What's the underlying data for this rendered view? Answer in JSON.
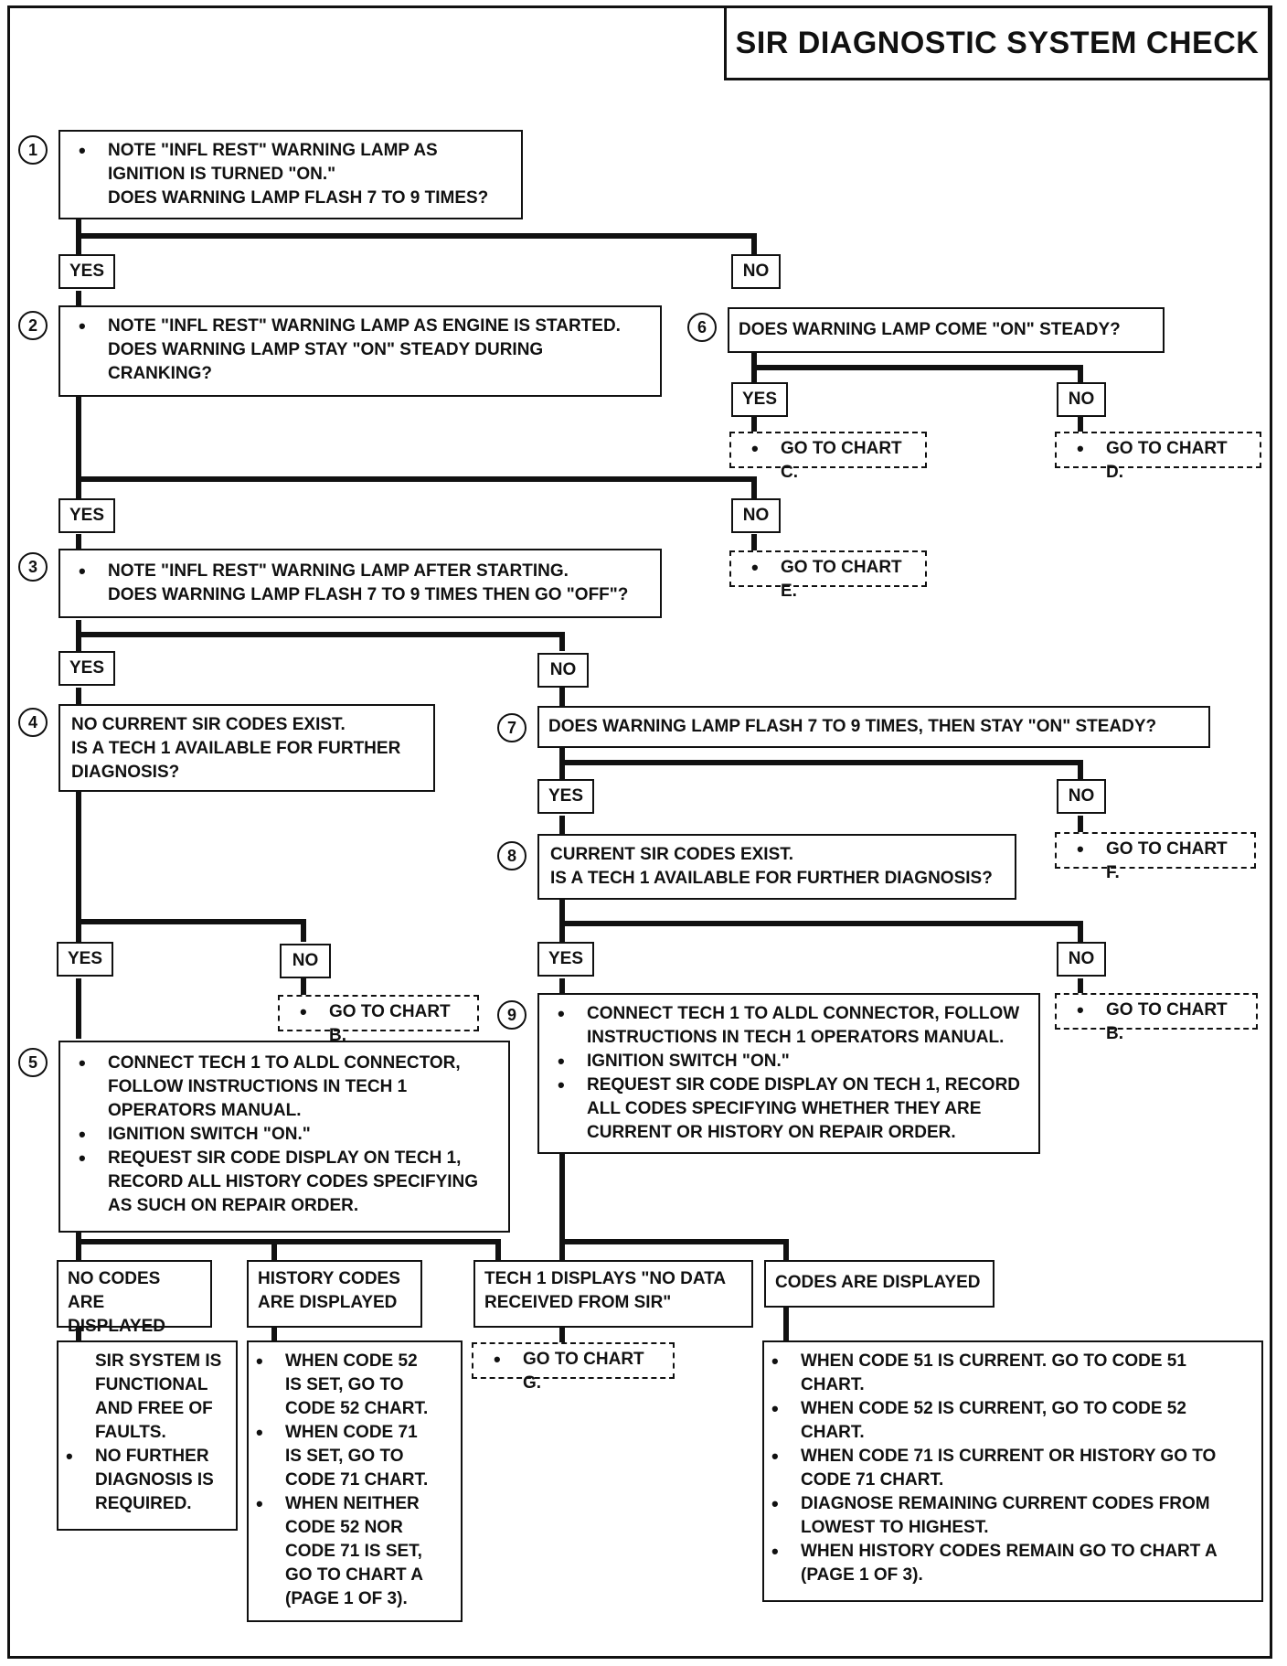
{
  "title": "SIR DIAGNOSTIC SYSTEM CHECK",
  "labels": {
    "yes": "YES",
    "no": "NO"
  },
  "steps": {
    "s1": [
      "NOTE \"INFL REST\" WARNING LAMP AS",
      "IGNITION IS TURNED \"ON.\"",
      "DOES WARNING LAMP FLASH 7 TO 9 TIMES?"
    ],
    "s2": [
      "NOTE \"INFL REST\" WARNING LAMP AS ENGINE IS STARTED.",
      "DOES WARNING LAMP STAY \"ON\" STEADY DURING",
      "CRANKING?"
    ],
    "s3": [
      "NOTE \"INFL REST\" WARNING LAMP AFTER STARTING.",
      "DOES WARNING LAMP FLASH 7 TO 9 TIMES THEN GO \"OFF\"?"
    ],
    "s4": [
      "NO CURRENT SIR CODES EXIST.",
      "IS A TECH 1 AVAILABLE FOR FURTHER",
      "DIAGNOSIS?"
    ],
    "s5": [
      "CONNECT TECH 1 TO ALDL CONNECTOR,",
      "FOLLOW INSTRUCTIONS IN TECH 1",
      "OPERATORS MANUAL.",
      "IGNITION SWITCH \"ON.\"",
      "REQUEST SIR CODE DISPLAY ON TECH 1,",
      "RECORD ALL HISTORY CODES SPECIFYING",
      "AS SUCH ON REPAIR ORDER."
    ],
    "s6": "DOES WARNING LAMP COME \"ON\" STEADY?",
    "s7": "DOES WARNING LAMP FLASH 7 TO 9 TIMES, THEN STAY \"ON\" STEADY?",
    "s8": [
      "CURRENT SIR CODES EXIST.",
      "IS A TECH 1 AVAILABLE FOR FURTHER DIAGNOSIS?"
    ],
    "s9": [
      "CONNECT TECH 1 TO ALDL CONNECTOR, FOLLOW",
      "INSTRUCTIONS IN TECH 1 OPERATORS MANUAL.",
      "IGNITION SWITCH \"ON.\"",
      "REQUEST SIR CODE DISPLAY ON TECH 1, RECORD",
      "ALL CODES SPECIFYING WHETHER THEY ARE",
      "CURRENT OR HISTORY ON REPAIR ORDER."
    ]
  },
  "step_numbers": [
    "1",
    "2",
    "3",
    "4",
    "5",
    "6",
    "7",
    "8",
    "9"
  ],
  "gotos": {
    "c": "GO TO CHART C.",
    "d": "GO TO CHART D.",
    "e": "GO TO CHART E.",
    "f": "GO TO CHART F.",
    "b1": "GO TO CHART B.",
    "b2": "GO TO CHART B.",
    "g": "GO TO CHART G."
  },
  "outcomes": {
    "no_codes": [
      "NO CODES ARE",
      "DISPLAYED"
    ],
    "history_codes": [
      "HISTORY CODES",
      "ARE DISPLAYED"
    ],
    "no_data": [
      "TECH 1 DISPLAYS \"NO DATA",
      "RECEIVED FROM SIR\""
    ],
    "codes_displayed": "CODES ARE DISPLAYED"
  },
  "results": {
    "functional": [
      "SIR SYSTEM IS",
      "FUNCTIONAL",
      "AND FREE OF",
      "FAULTS.",
      "NO FURTHER",
      "DIAGNOSIS IS",
      "REQUIRED."
    ],
    "history": [
      "WHEN CODE 52",
      "IS SET, GO TO",
      "CODE 52 CHART.",
      "WHEN CODE 71",
      "IS SET, GO TO",
      "CODE 71 CHART.",
      "WHEN NEITHER",
      "CODE 52 NOR",
      "CODE 71 IS SET,",
      "GO TO CHART A",
      "(PAGE 1 OF 3)."
    ],
    "codes": [
      "WHEN CODE 51 IS CURRENT. GO TO CODE 51",
      "CHART.",
      "WHEN CODE 52 IS CURRENT, GO TO CODE 52",
      "CHART.",
      "WHEN CODE 71 IS CURRENT OR HISTORY GO TO",
      "CODE 71 CHART.",
      "DIAGNOSE REMAINING CURRENT CODES FROM",
      "LOWEST TO HIGHEST.",
      "WHEN HISTORY CODES REMAIN GO TO CHART A",
      "(PAGE 1 OF 3)."
    ]
  }
}
